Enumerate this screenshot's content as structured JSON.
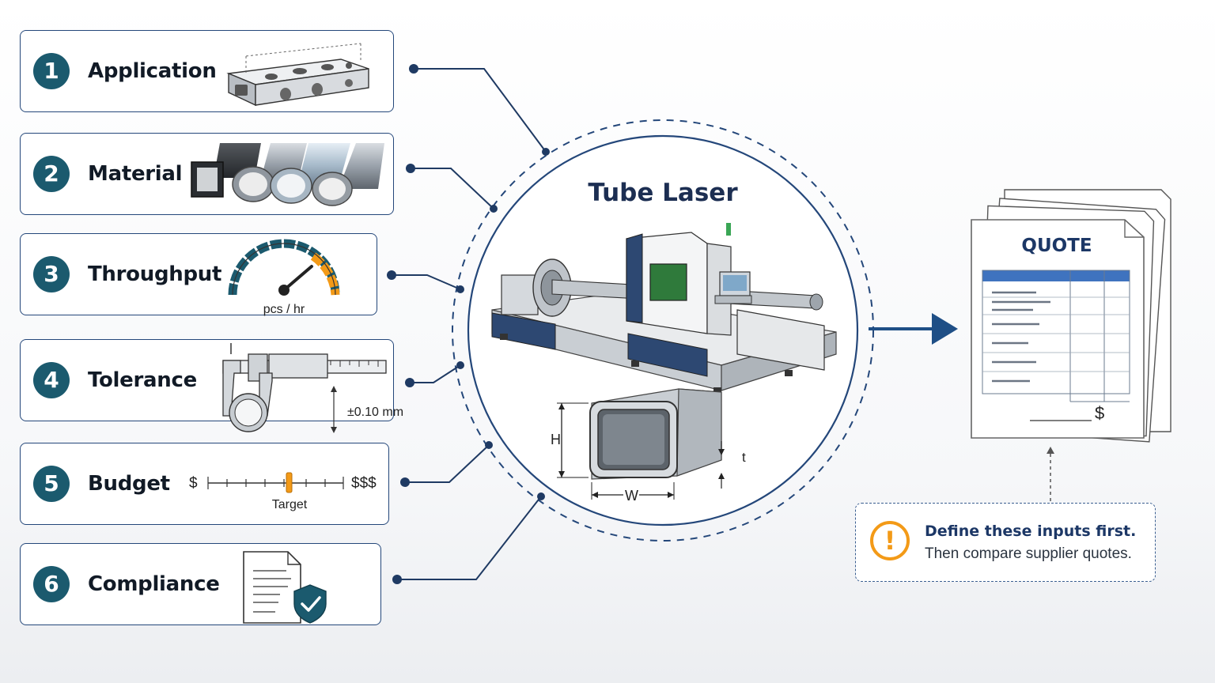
{
  "steps": [
    {
      "number": "1",
      "label": "Application"
    },
    {
      "number": "2",
      "label": "Material"
    },
    {
      "number": "3",
      "label": "Throughput",
      "caption": "pcs / hr"
    },
    {
      "number": "4",
      "label": "Tolerance",
      "caption": "±0.10 mm"
    },
    {
      "number": "5",
      "label": "Budget",
      "scale_low": "$",
      "scale_high": "$$$",
      "marker_label": "Target"
    },
    {
      "number": "6",
      "label": "Compliance"
    }
  ],
  "center": {
    "title": "Tube Laser",
    "dimension_labels": {
      "height": "H",
      "width": "W",
      "thickness": "t"
    }
  },
  "quote": {
    "title": "QUOTE",
    "total_symbol": "$"
  },
  "note": {
    "heading": "Define these inputs first.",
    "body": "Then compare supplier quotes.",
    "icon": "warning-icon",
    "icon_glyph": "!"
  },
  "colors": {
    "accent_navy": "#1c3766",
    "badge_teal": "#1b5a6e",
    "warning_orange": "#f39a17",
    "card_border": "#24477a"
  }
}
